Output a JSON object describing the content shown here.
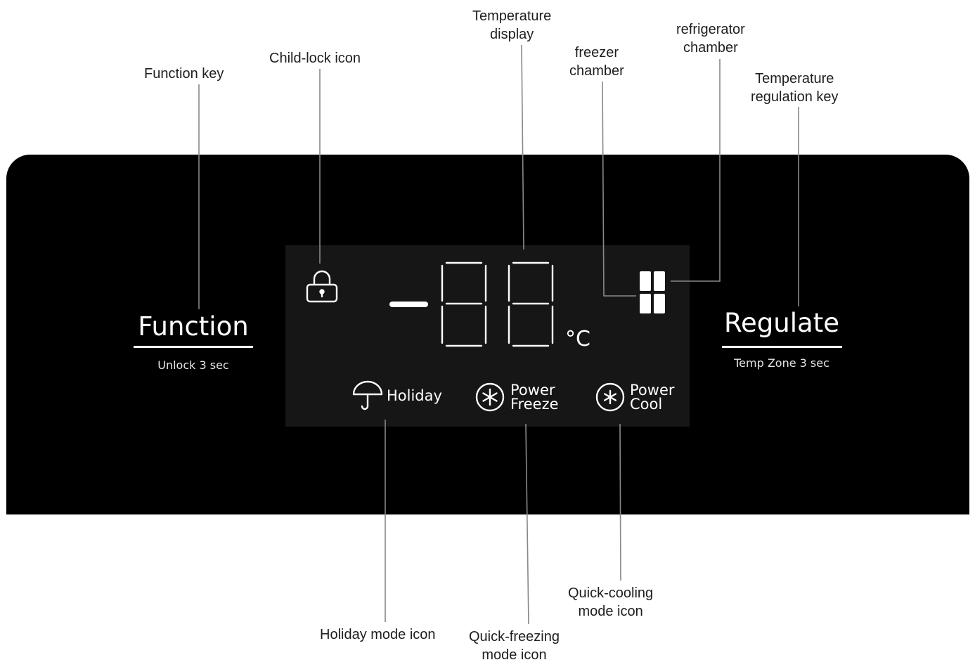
{
  "callouts": {
    "function_key": "Function key",
    "child_lock_icon": "Child-lock icon",
    "temperature_display": [
      "Temperature",
      "display"
    ],
    "freezer_chamber": [
      "freezer",
      "chamber"
    ],
    "refrigerator_chamber": [
      "refrigerator",
      "chamber"
    ],
    "temperature_regulation_key": [
      "Temperature",
      "regulation key"
    ],
    "holiday_mode_icon": "Holiday mode icon",
    "quick_freezing_mode_icon": [
      "Quick-freezing",
      "mode icon"
    ],
    "quick_cooling_mode_icon": [
      "Quick-cooling",
      "mode icon"
    ]
  },
  "panel": {
    "function_label": "Function",
    "function_sub": "Unlock 3 sec",
    "regulate_label": "Regulate",
    "regulate_sub": "Temp Zone 3 sec",
    "display_unit": "°C",
    "modes": {
      "holiday": "Holiday",
      "power_freeze": [
        "Power",
        "Freeze"
      ],
      "power_cool": [
        "Power",
        "Cool"
      ]
    }
  },
  "colors": {
    "panel": "#000000",
    "lcd": "#161616",
    "text_on_panel": "#ffffff",
    "leader_line": "#888888"
  },
  "icons": [
    "lock-icon",
    "umbrella-icon",
    "snowflake-circle-icon",
    "asterisk-circle-icon",
    "chamber-icon"
  ]
}
